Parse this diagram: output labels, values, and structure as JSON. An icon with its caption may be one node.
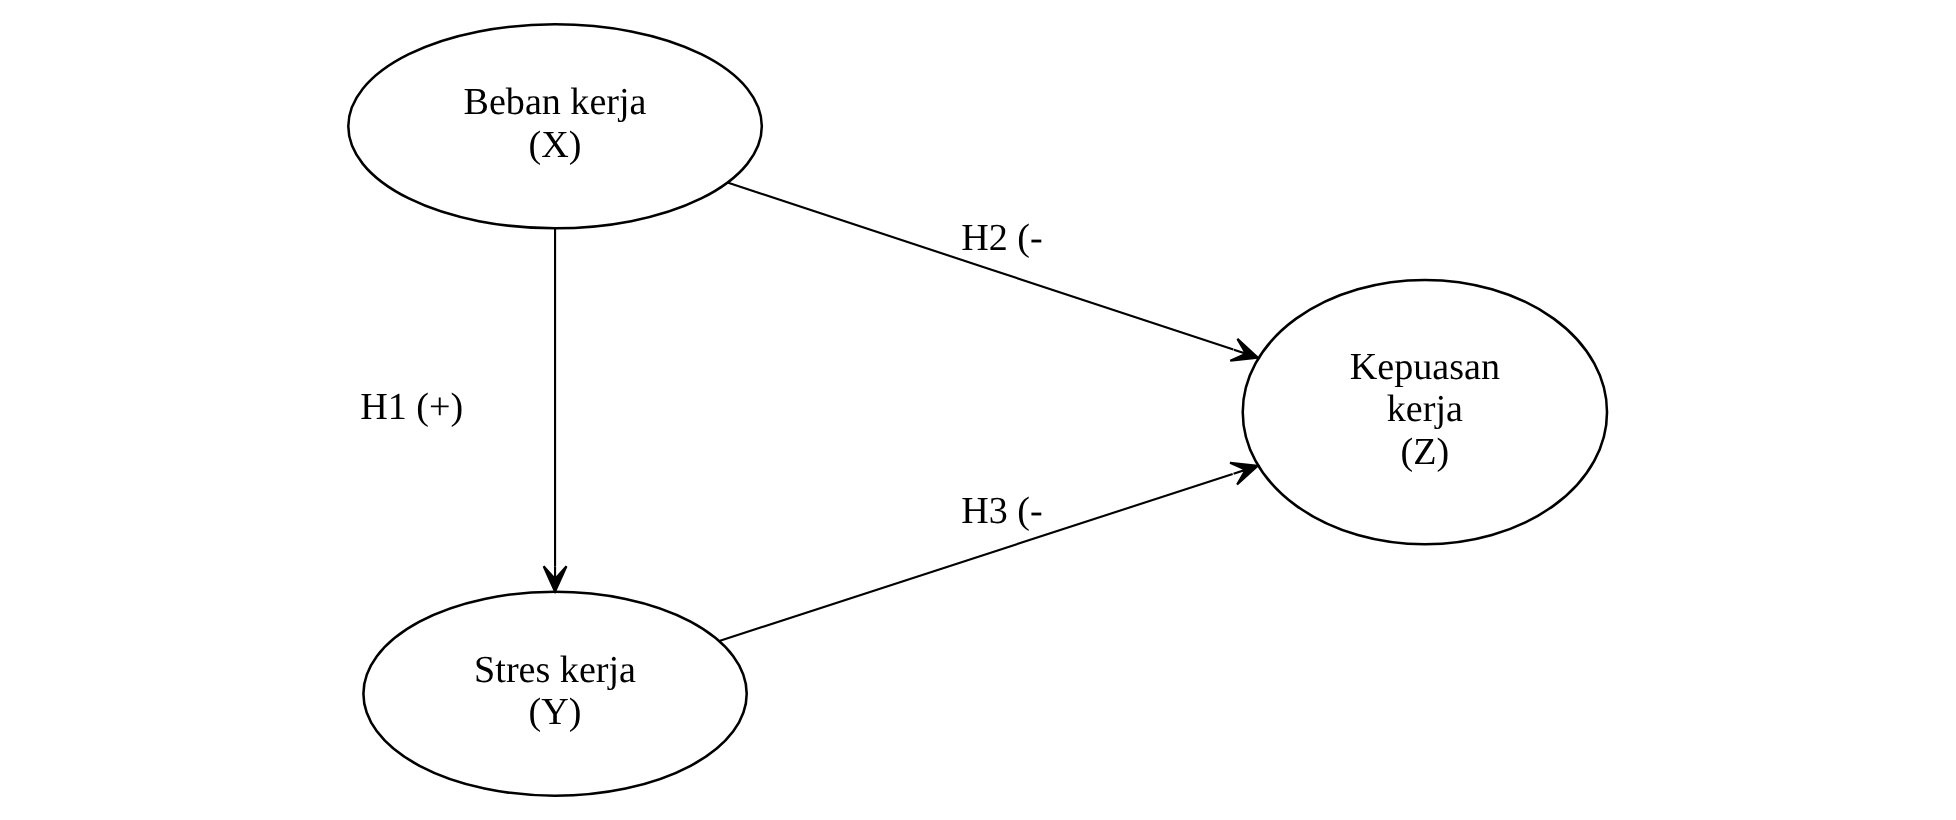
{
  "diagram": {
    "nodes": [
      {
        "text": [
          "Beban kerja (X)"
        ]
      },
      {
        "text": [
          "Stres kerja (Y)"
        ]
      },
      {
        "text": [
          "Kepuasan kerja (Z)"
        ]
      }
    ],
    "edges": [
      {
        "from": 0,
        "to": 1,
        "arrow": "to",
        "label": "H1 (+)"
      },
      {
        "from": 0,
        "to": 2,
        "arrow": "to",
        "label": "H2 (-"
      },
      {
        "from": 1,
        "to": 2,
        "arrow": "to",
        "label": "H3 (-"
      }
    ]
  }
}
